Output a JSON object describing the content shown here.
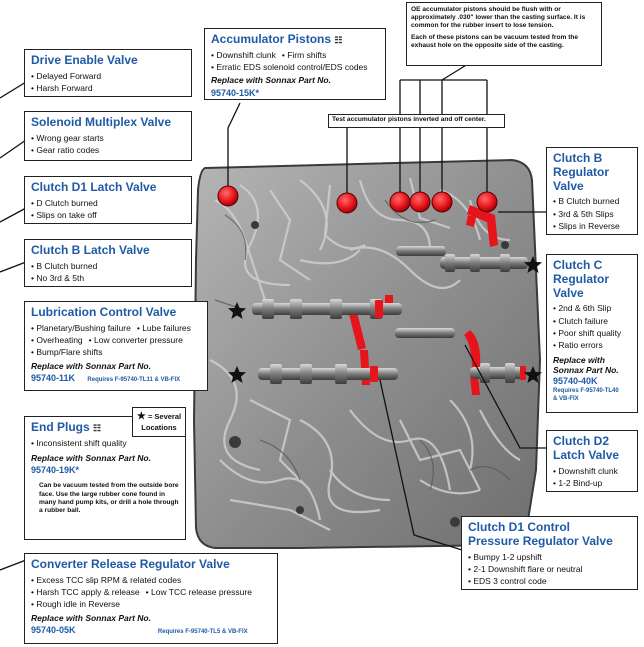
{
  "callouts": {
    "accumulator": {
      "title": "Accumulator Pistons",
      "items": [
        "Downshift clunk",
        "Firm shifts",
        "Erratic EDS solenoid control/EDS codes"
      ],
      "replace": "Replace with Sonnax Part No.",
      "part": "95740-15K*"
    },
    "oe_note": {
      "para1": "OE accumulator pistons should be flush with or approximately .030\" lower than the casting surface. It is common for the rubber insert to lose tension.",
      "para2": "Each of these pistons can be vacuum tested from the exhaust hole on the opposite side of the casting."
    },
    "test_note": "Test accumulator pistons inverted and off center.",
    "drive_enable": {
      "title": "Drive Enable Valve",
      "items": [
        "Delayed Forward",
        "Harsh Forward"
      ]
    },
    "solenoid_multiplex": {
      "title": "Solenoid Multiplex Valve",
      "items": [
        "Wrong gear starts",
        "Gear ratio codes"
      ]
    },
    "clutch_d1_latch": {
      "title": "Clutch D1 Latch Valve",
      "items": [
        "D Clutch burned",
        "Slips on take off"
      ]
    },
    "clutch_b_latch": {
      "title": "Clutch B Latch Valve",
      "items": [
        "B Clutch burned",
        "No 3rd & 5th"
      ]
    },
    "lubrication": {
      "title": "Lubrication Control Valve",
      "rows": [
        [
          "Planetary/Bushing failure",
          "Lube failures"
        ],
        [
          "Overheating",
          "Low converter pressure"
        ],
        [
          "Bump/Flare shifts"
        ]
      ],
      "replace": "Replace with Sonnax Part No.",
      "part": "95740-11K",
      "requires": "Requires F-95740-TL11 & VB-FIX"
    },
    "end_plugs": {
      "title": "End Plugs",
      "items": [
        "Inconsistent shift quality"
      ],
      "replace": "Replace with Sonnax Part No.",
      "part": "95740-19K*",
      "note": "Can be vacuum tested from the outside bore face. Use the large rubber cone found in many hand pump kits, or drill a hole through a rubber ball."
    },
    "legend": {
      "symbol": "★",
      "text": "= Several Locations"
    },
    "converter": {
      "title": "Converter Release Regulator Valve",
      "rows": [
        [
          "Excess TCC slip RPM & related codes"
        ],
        [
          "Harsh TCC apply & release",
          "Low TCC release pressure"
        ],
        [
          "Rough idle in Reverse"
        ]
      ],
      "replace": "Replace with Sonnax Part No.",
      "part": "95740-05K",
      "requires": "Requires F-95740-TL5 & VB-FIX"
    },
    "clutch_b_reg": {
      "title_lines": [
        "Clutch B",
        "Regulator",
        "Valve"
      ],
      "items": [
        "B Clutch burned",
        "3rd & 5th Slips",
        "Slips in Reverse"
      ]
    },
    "clutch_c_reg": {
      "title_lines": [
        "Clutch C",
        "Regulator",
        "Valve"
      ],
      "items": [
        "2nd & 6th Slip",
        "Clutch failure",
        "Poor shift quality",
        "Ratio errors"
      ],
      "replace_lines": [
        "Replace with",
        "Sonnax Part No."
      ],
      "part": "95740-40K",
      "requires_lines": [
        "Requires F-95740-TL40",
        "& VB-FIX"
      ]
    },
    "clutch_d2_latch": {
      "title_lines": [
        "Clutch D2",
        "Latch Valve"
      ],
      "items": [
        "Downshift clunk",
        "1-2 Bind-up"
      ]
    },
    "clutch_d1_pressure": {
      "title_lines": [
        "Clutch D1 Control",
        "Pressure Regulator Valve"
      ],
      "items": [
        "Bumpy 1-2 upshift",
        "2-1 Downshift flare or neutral",
        "EDS 3 control code"
      ]
    }
  },
  "colors": {
    "accent": "#1f5aa6",
    "highlight": "#e8141b",
    "casting": "#8e8e8e",
    "casting_dark": "#4d4d4d"
  },
  "icons": [
    "star-icon",
    "vacuum-icon"
  ]
}
